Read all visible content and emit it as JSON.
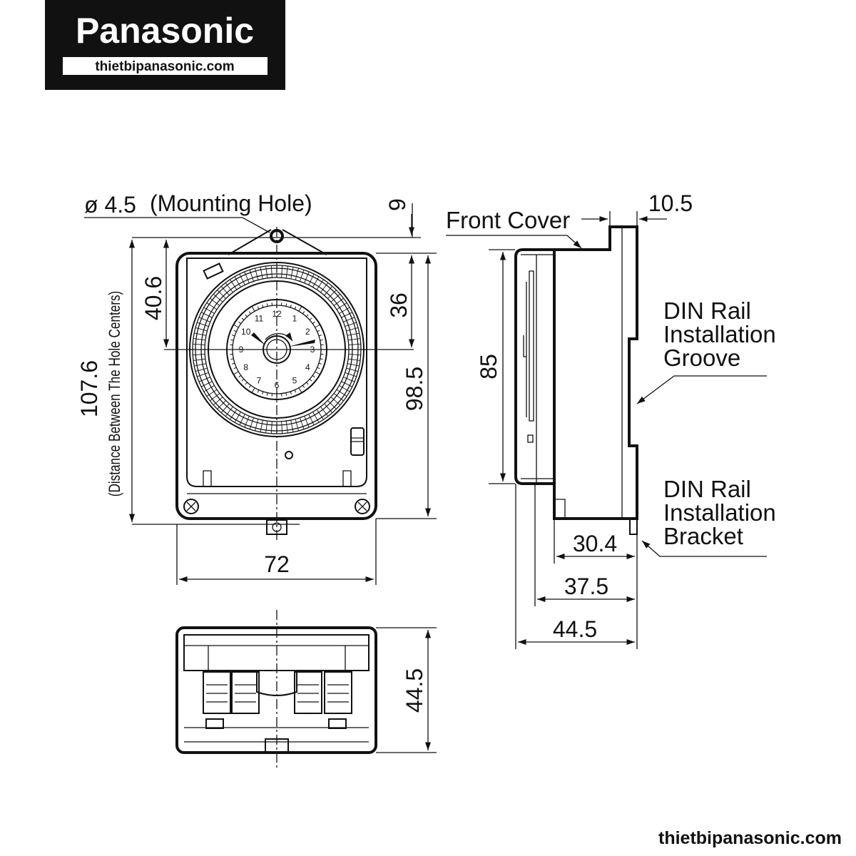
{
  "logo": {
    "brand": "Panasonic",
    "site": "thietbipanasonic.com"
  },
  "front_view": {
    "mounting_hole_dia": "ø 4.5",
    "mounting_hole_label": "(Mounting Hole)",
    "dim_top_offset": "9",
    "dim_hole_to_center": "40.6",
    "dim_top_to_center": "36",
    "dim_hole_centers": "107.6",
    "dim_hole_centers_note": "(Distance Between The Hole Centers)",
    "dim_height": "98.5",
    "dim_width": "72"
  },
  "side_view": {
    "front_cover_label": "Front Cover",
    "dim_back_plate": "10.5",
    "dim_cover_height": "85",
    "groove_label": [
      "DIN Rail",
      "Installation",
      "Groove"
    ],
    "bracket_label": [
      "DIN Rail",
      "Installation",
      "Bracket"
    ],
    "dim_body_depth": "30.4",
    "dim_mid_depth": "37.5",
    "dim_total_depth": "44.5"
  },
  "bottom_view": {
    "dim_depth": "44.5"
  },
  "dial": {
    "hours": [
      "12",
      "1",
      "2",
      "3",
      "4",
      "5",
      "6",
      "7",
      "8",
      "9",
      "10",
      "11"
    ]
  },
  "footer": {
    "site": "thietbipanasonic.com"
  }
}
